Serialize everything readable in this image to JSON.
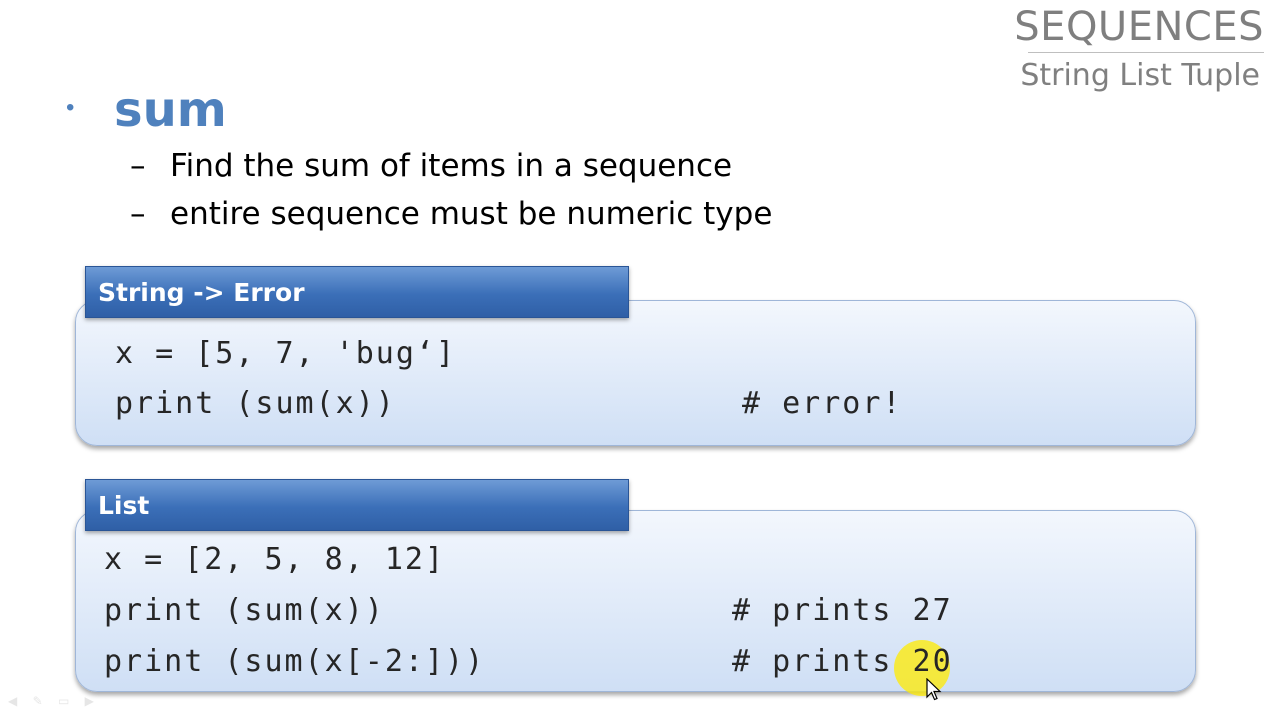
{
  "header": {
    "title": "SEQUENCES",
    "subtitle": "String List Tuple"
  },
  "slide": {
    "title": "sum",
    "sub_items": [
      "Find the sum of items in a sequence",
      "entire sequence must be numeric type"
    ]
  },
  "blocks": [
    {
      "label": "String -> Error",
      "lines": [
        {
          "code": "x = [5, 7, 'bug‘]",
          "comment": ""
        },
        {
          "code": "print (sum(x))",
          "comment": "# error!"
        }
      ]
    },
    {
      "label": "List",
      "lines": [
        {
          "code": "x = [2, 5, 8, 12]",
          "comment": ""
        },
        {
          "code": "print (sum(x))",
          "comment": "# prints 27"
        },
        {
          "code": "print (sum(x[-2:]))",
          "comment": "# prints 20"
        }
      ]
    }
  ],
  "colors": {
    "accent": "#4f81bd",
    "tab": "#3b6fb8",
    "highlight": "#ffeb00"
  },
  "icons": [
    "bullet-dot-icon",
    "mouse-pointer-icon",
    "cursor-highlight"
  ]
}
